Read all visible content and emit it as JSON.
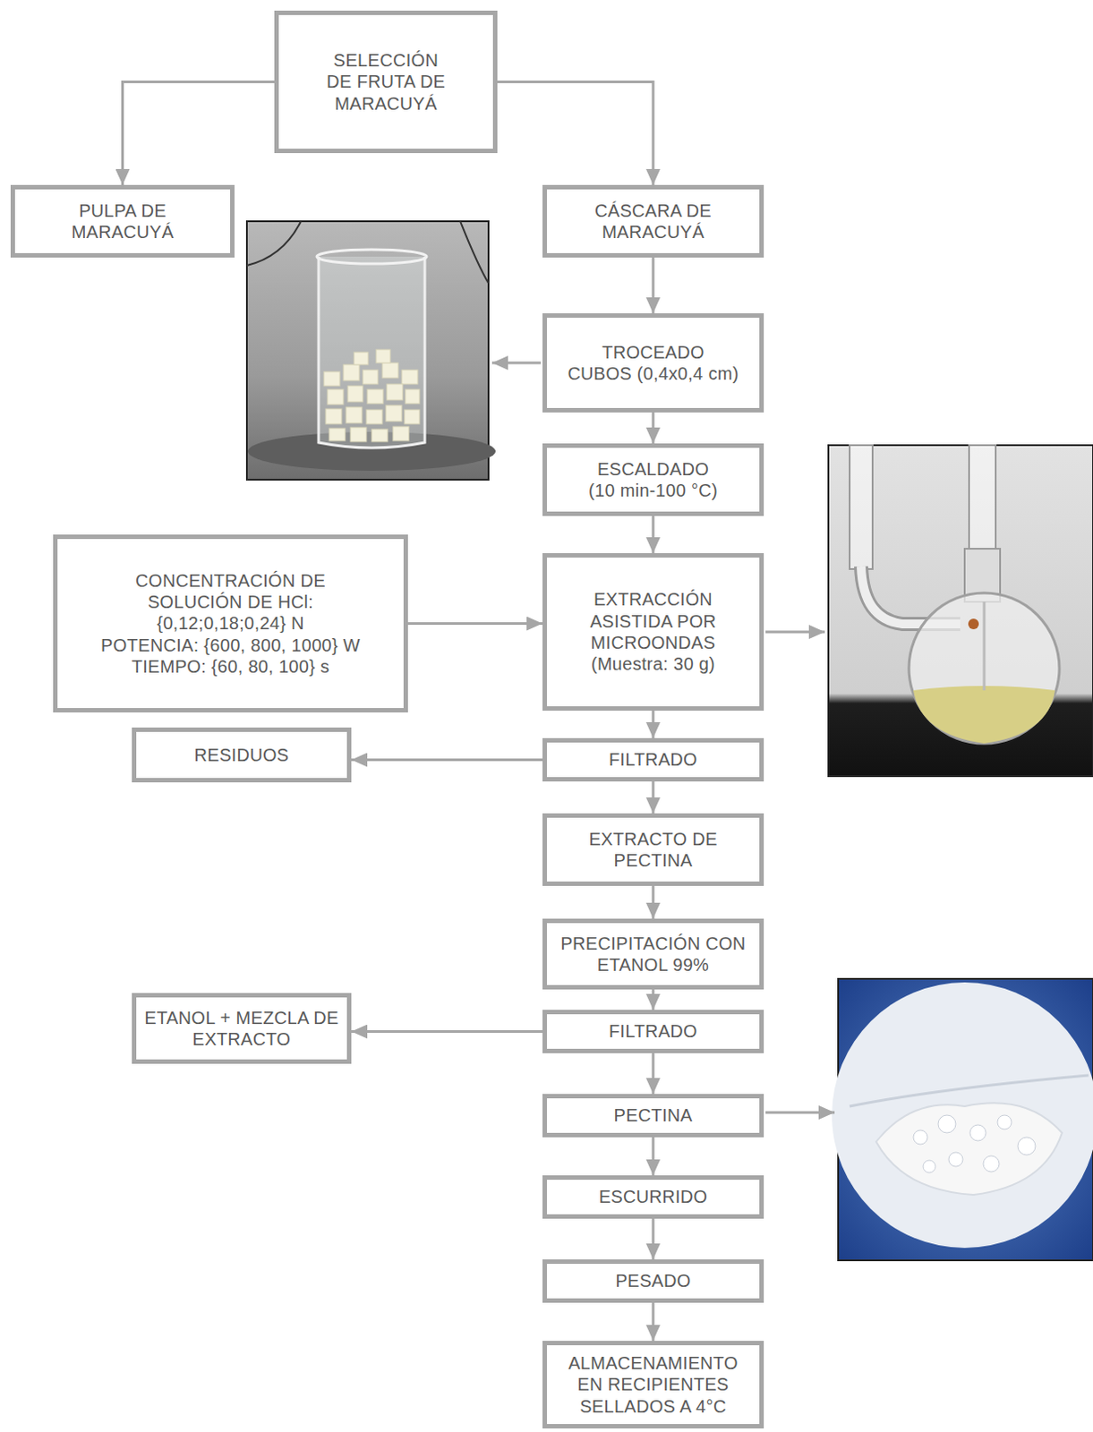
{
  "diagram": {
    "nodes": [
      {
        "text": [
          "SELECCIÓN DE FRUTA DE MARACUYÁ"
        ]
      },
      {
        "text": [
          "PULPA DE MARACUYÁ"
        ]
      },
      {
        "text": [
          "CÁSCARA DE MARACUYÁ"
        ]
      },
      {
        "text": [
          "TROCEADO",
          "CUBOS (0,4x0,4 cm)"
        ]
      },
      {
        "text": [
          "ESCALDADO",
          "(10 min-100 °C)"
        ]
      },
      {
        "text": [
          "CONCENTRACIÓN DE SOLUCIÓN DE HCl: {0,12;0,18;0,24} N",
          "POTENCIA: {600, 800, 1000} W",
          "TIEMPO: {60, 80, 100} s"
        ]
      },
      {
        "text": [
          "EXTRACCIÓN ASISTIDA POR MICROONDAS (Muestra: 30 g)"
        ]
      },
      {
        "text": [
          "RESIDUOS"
        ]
      },
      {
        "text": [
          "FILTRADO"
        ]
      },
      {
        "text": [
          "EXTRACTO DE PECTINA"
        ]
      },
      {
        "text": [
          "PRECIPITACIÓN CON ETANOL 99%"
        ]
      },
      {
        "text": [
          "ETANOL + MEZCLA DE EXTRACTO"
        ]
      },
      {
        "text": [
          "FILTRADO"
        ]
      },
      {
        "text": [
          "PECTINA"
        ]
      },
      {
        "text": [
          "ESCURRIDO"
        ]
      },
      {
        "text": [
          "PESADO"
        ]
      },
      {
        "text": [
          "ALMACENAMIENTO EN RECIPIENTES SELLADOS A 4°C"
        ]
      }
    ],
    "edges": [
      {
        "from": 0,
        "to": 1,
        "arrow": "to"
      },
      {
        "from": 0,
        "to": 2,
        "arrow": "to"
      },
      {
        "from": 2,
        "to": 3,
        "arrow": "to"
      },
      {
        "from": 3,
        "to": 4,
        "arrow": "to"
      },
      {
        "from": 4,
        "to": 6,
        "arrow": "to"
      },
      {
        "from": 5,
        "to": 6,
        "arrow": "to"
      },
      {
        "from": 6,
        "to": 8,
        "arrow": "to"
      },
      {
        "from": 8,
        "to": 7,
        "arrow": "to"
      },
      {
        "from": 8,
        "to": 9,
        "arrow": "to"
      },
      {
        "from": 9,
        "to": 10,
        "arrow": "to"
      },
      {
        "from": 10,
        "to": 12,
        "arrow": "to"
      },
      {
        "from": 12,
        "to": 11,
        "arrow": "to"
      },
      {
        "from": 12,
        "to": 13,
        "arrow": "to"
      },
      {
        "from": 13,
        "to": 14,
        "arrow": "to"
      },
      {
        "from": 14,
        "to": 15,
        "arrow": "to"
      },
      {
        "from": 15,
        "to": 16,
        "arrow": "to"
      }
    ]
  }
}
